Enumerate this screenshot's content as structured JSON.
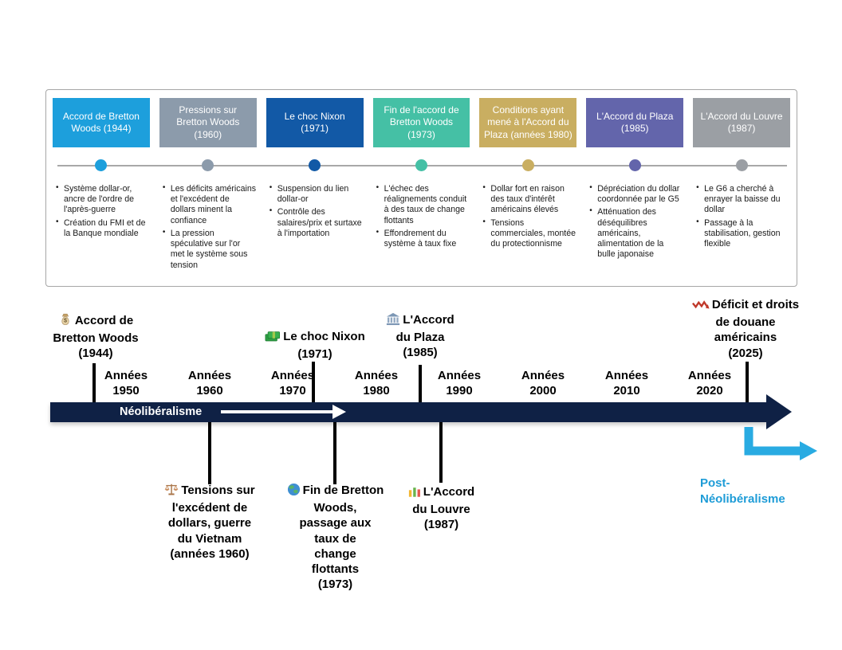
{
  "panel": {
    "columns": [
      {
        "title": "Accord de Bretton Woods (1944)",
        "color": "#1d9fdc",
        "bullets": [
          "Système dollar-or, ancre de l'ordre de l'après-guerre",
          "Création du FMI et de la Banque mondiale"
        ]
      },
      {
        "title": "Pressions sur Bretton Woods (1960)",
        "color": "#8c9bab",
        "bullets": [
          "Les déficits américains et l'excédent de dollars minent la confiance",
          "La pression spéculative sur l'or met le système sous tension"
        ]
      },
      {
        "title": "Le choc Nixon (1971)",
        "color": "#1259a6",
        "bullets": [
          "Suspension du lien dollar-or",
          "Contrôle des salaires/prix et surtaxe à l'importation"
        ]
      },
      {
        "title": "Fin de l'accord de Bretton Woods (1973)",
        "color": "#45c0a5",
        "bullets": [
          "L'échec des réalignements conduit à des taux de change flottants",
          "Effondrement du système à taux fixe"
        ]
      },
      {
        "title": "Conditions ayant mené à l'Accord du Plaza (années 1980)",
        "color": "#c9ae61",
        "bullets": [
          "Dollar fort en raison des taux d'intérêt américains élevés",
          "Tensions commerciales, montée du protectionnisme"
        ]
      },
      {
        "title": "L'Accord du Plaza (1985)",
        "color": "#6365ab",
        "bullets": [
          "Dépréciation du dollar coordonnée par le G5",
          "Atténuation des déséquilibres américains, alimentation de la bulle japonaise"
        ]
      },
      {
        "title": "L'Accord du Louvre (1987)",
        "color": "#9b9fa4",
        "bullets": [
          "Le G6 a cherché à enrayer la baisse du dollar",
          "Passage à la stabilisation, gestion flexible"
        ]
      }
    ]
  },
  "timeline": {
    "bar_label": "Néolibéralisme",
    "bar_color": "#0f2145",
    "post_label": "Post-\nNéolibéralisme",
    "post_color": "#1e9cd7",
    "elbow_color": "#29abe2",
    "decades": [
      {
        "label": "Années\n1950"
      },
      {
        "label": "Années\n1960"
      },
      {
        "label": "Années\n1970"
      },
      {
        "label": "Années\n1980"
      },
      {
        "label": "Années\n1990"
      },
      {
        "label": "Années\n2000"
      },
      {
        "label": "Années\n2010"
      },
      {
        "label": "Années\n2020"
      }
    ],
    "events_above": [
      {
        "icon": "money-bag-icon",
        "label": "Accord de\nBretton Woods\n(1944)"
      },
      {
        "icon": "banknotes-icon",
        "label": "Le choc Nixon\n(1971)"
      },
      {
        "icon": "bank-icon",
        "label": "L'Accord\ndu Plaza\n(1985)"
      },
      {
        "icon": "downtrend-icon",
        "label": "Déficit et droits\nde douane\naméricains\n(2025)"
      }
    ],
    "events_below": [
      {
        "icon": "scale-icon",
        "label": "Tensions sur\nl'excédent de\ndollars, guerre\ndu Vietnam\n(années 1960)"
      },
      {
        "icon": "globe-icon",
        "label": "Fin de Bretton\nWoods,\npassage aux\ntaux de\nchange\nflottants\n(1973)"
      },
      {
        "icon": "bar-chart-icon",
        "label": "L'Accord\ndu Louvre\n(1987)"
      }
    ]
  }
}
